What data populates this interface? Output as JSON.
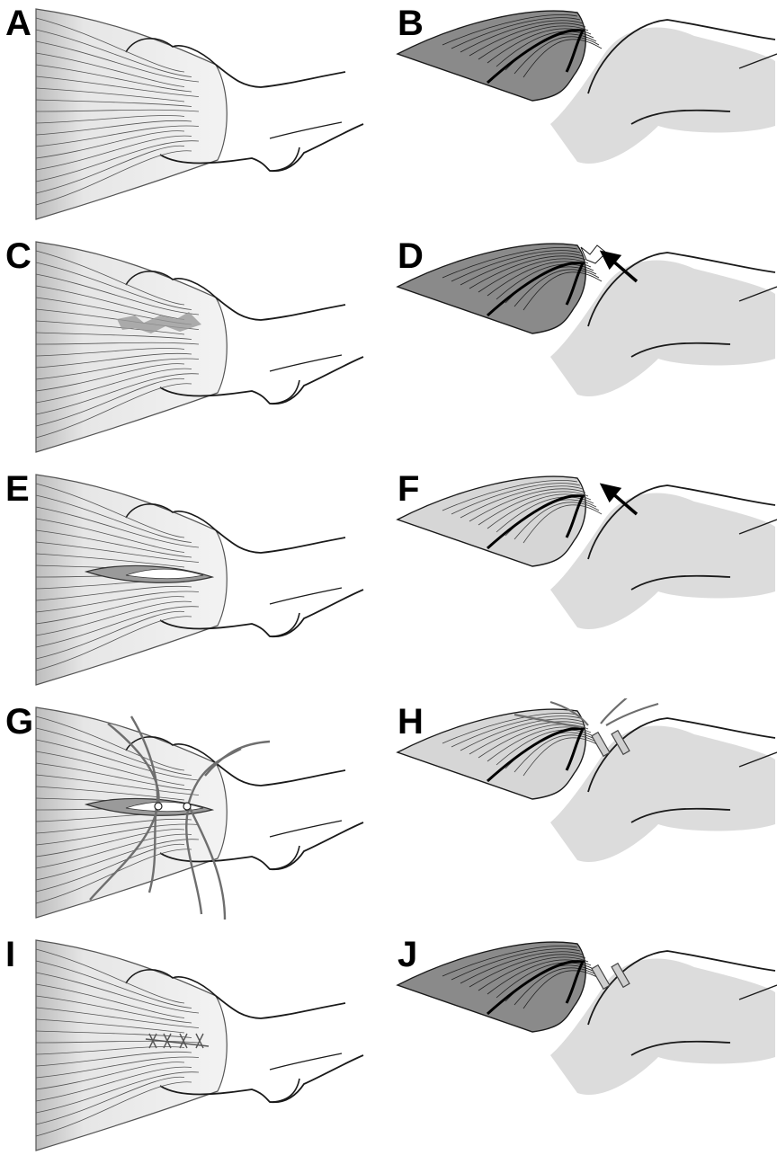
{
  "figure": {
    "panels": [
      {
        "label": "A",
        "view": "top",
        "stage": "intact"
      },
      {
        "label": "B",
        "view": "section",
        "stage": "intact"
      },
      {
        "label": "C",
        "view": "top",
        "stage": "tear"
      },
      {
        "label": "D",
        "view": "section",
        "stage": "tear",
        "arrow": true
      },
      {
        "label": "E",
        "view": "top",
        "stage": "incision"
      },
      {
        "label": "F",
        "view": "section",
        "stage": "incision",
        "arrow": true
      },
      {
        "label": "G",
        "view": "top",
        "stage": "sutures"
      },
      {
        "label": "H",
        "view": "section",
        "stage": "sutures"
      },
      {
        "label": "I",
        "view": "top",
        "stage": "repaired"
      },
      {
        "label": "J",
        "view": "section",
        "stage": "repaired"
      }
    ],
    "colors": {
      "muscle_light": "#e6e6e6",
      "muscle_dark": "#8a8a8a",
      "bone": "#dcdcdc",
      "tear_patch": "#9a9a9a",
      "suture": "#6e6e6e",
      "outline": "#1a1a1a"
    }
  }
}
